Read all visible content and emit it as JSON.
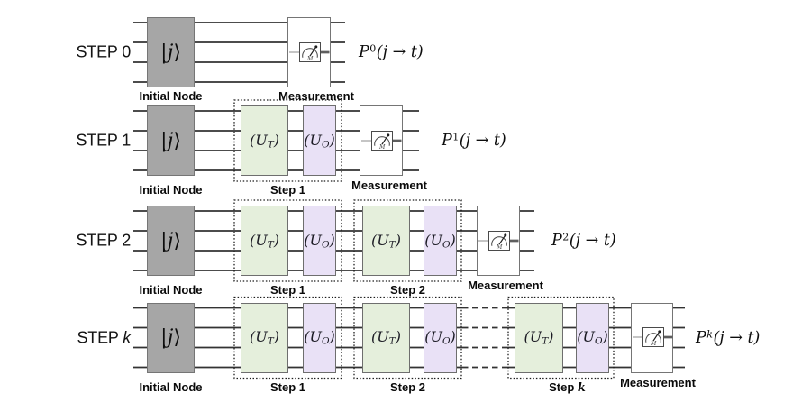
{
  "figure": {
    "description": "Quantum circuit diagram of a discrete-time quantum walk measured after k steps",
    "background": "#ffffff",
    "colors": {
      "wire": "#333333",
      "initial_fill": "#a6a6a6",
      "initial_border": "#757575",
      "ut_fill": "#e5efdc",
      "uo_fill": "#e9e1f6",
      "gate_border": "#6e6e6e",
      "measurement_fill": "#ffffff",
      "group_border": "#1c1c1c",
      "text": "#0d0d0d"
    },
    "icons": {
      "measurement_meter": "gauge-meter-icon"
    }
  },
  "rows": [
    {
      "name": "step-0",
      "step_label": {
        "prefix": "STEP ",
        "n": "0",
        "n_italic": false
      },
      "initial_gate": {
        "left": "|",
        "state": "j",
        "right": "⟩"
      },
      "initial_caption": "Initial Node",
      "groups": [],
      "dashes": false,
      "measurement_caption": "Measurement",
      "output": {
        "base": "P",
        "sup": "0",
        "sup_italic": false,
        "args": "(j → t)"
      }
    },
    {
      "name": "step-1",
      "step_label": {
        "prefix": "STEP ",
        "n": "1",
        "n_italic": false
      },
      "initial_gate": {
        "left": "|",
        "state": "j",
        "right": "⟩"
      },
      "initial_caption": "Initial Node",
      "groups": [
        {
          "slot": "step1",
          "caption": {
            "prefix": "Step ",
            "n": "1",
            "n_italic": false
          },
          "gates": [
            {
              "open": "(",
              "base": "U",
              "sub": "T",
              "close": ")",
              "kind": "ut"
            },
            {
              "open": "(",
              "base": "U",
              "sub": "O",
              "close": ")",
              "kind": "uo"
            }
          ]
        }
      ],
      "dashes": false,
      "measurement_caption": "Measurement",
      "output": {
        "base": "P",
        "sup": "1",
        "sup_italic": false,
        "args": "(j → t)"
      }
    },
    {
      "name": "step-2",
      "step_label": {
        "prefix": "STEP ",
        "n": "2",
        "n_italic": false
      },
      "initial_gate": {
        "left": "|",
        "state": "j",
        "right": "⟩"
      },
      "initial_caption": "Initial Node",
      "groups": [
        {
          "slot": "step1",
          "caption": {
            "prefix": "Step ",
            "n": "1",
            "n_italic": false
          },
          "gates": [
            {
              "open": "(",
              "base": "U",
              "sub": "T",
              "close": ")",
              "kind": "ut"
            },
            {
              "open": "(",
              "base": "U",
              "sub": "O",
              "close": ")",
              "kind": "uo"
            }
          ]
        },
        {
          "slot": "step2",
          "caption": {
            "prefix": "Step ",
            "n": "2",
            "n_italic": false
          },
          "gates": [
            {
              "open": "(",
              "base": "U",
              "sub": "T",
              "close": ")",
              "kind": "ut"
            },
            {
              "open": "(",
              "base": "U",
              "sub": "O",
              "close": ")",
              "kind": "uo"
            }
          ]
        }
      ],
      "dashes": false,
      "measurement_caption": "Measurement",
      "output": {
        "base": "P",
        "sup": "2",
        "sup_italic": false,
        "args": "(j → t)"
      }
    },
    {
      "name": "step-k",
      "step_label": {
        "prefix": "STEP ",
        "n": "k",
        "n_italic": true
      },
      "initial_gate": {
        "left": "|",
        "state": "j",
        "right": "⟩"
      },
      "initial_caption": "Initial Node",
      "groups": [
        {
          "slot": "step1",
          "caption": {
            "prefix": "Step ",
            "n": "1",
            "n_italic": false
          },
          "gates": [
            {
              "open": "(",
              "base": "U",
              "sub": "T",
              "close": ")",
              "kind": "ut"
            },
            {
              "open": "(",
              "base": "U",
              "sub": "O",
              "close": ")",
              "kind": "uo"
            }
          ]
        },
        {
          "slot": "step2",
          "caption": {
            "prefix": "Step ",
            "n": "2",
            "n_italic": false
          },
          "gates": [
            {
              "open": "(",
              "base": "U",
              "sub": "T",
              "close": ")",
              "kind": "ut"
            },
            {
              "open": "(",
              "base": "U",
              "sub": "O",
              "close": ")",
              "kind": "uo"
            }
          ]
        },
        {
          "slot": "stepk",
          "caption": {
            "prefix": "Step ",
            "n": "k",
            "n_italic": true
          },
          "gates": [
            {
              "open": "(",
              "base": "U",
              "sub": "T",
              "close": ")",
              "kind": "ut"
            },
            {
              "open": "(",
              "base": "U",
              "sub": "O",
              "close": ")",
              "kind": "uo"
            }
          ]
        }
      ],
      "dashes": true,
      "measurement_caption": "Measurement",
      "output": {
        "base": "P",
        "sup": "k",
        "sup_italic": true,
        "args": "(j → t)"
      }
    }
  ]
}
